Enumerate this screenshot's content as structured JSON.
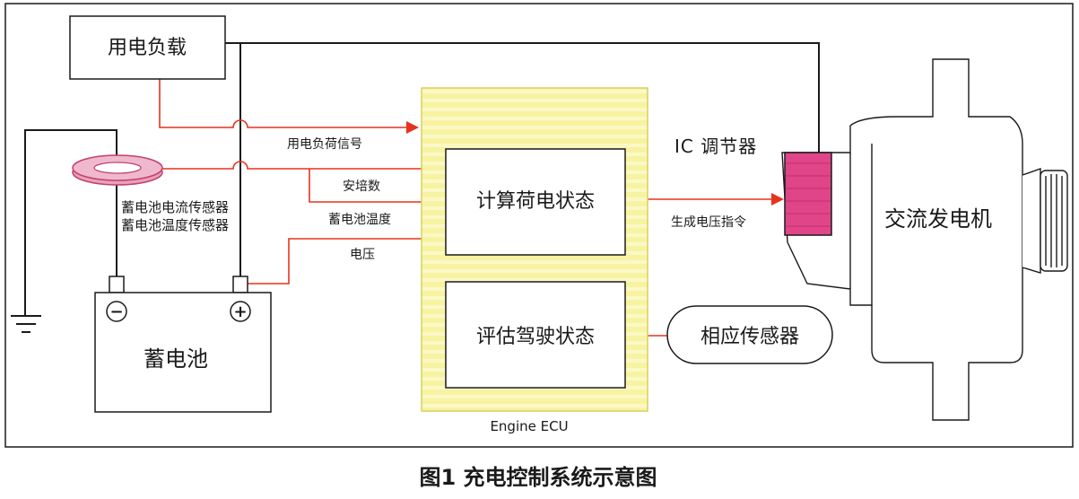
{
  "diagram": {
    "load_box": "用电负载",
    "battery_box": "蓄电池",
    "battery_minus": "−",
    "battery_plus": "+",
    "sensor_label_1": "蓄电池电流传感器",
    "sensor_label_2": "蓄电池温度传感器",
    "signal_load": "用电负荷信号",
    "signal_current": "安培数",
    "signal_temp": "蓄电池温度",
    "signal_voltage": "电压",
    "ecu_calc": "计算荷电状态",
    "ecu_eval": "评估驾驶状态",
    "ecu_label": "Engine ECU",
    "ic_regulator": "IC 调节器",
    "voltage_command": "生成电压指令",
    "sensors_box": "相应传感器",
    "alternator": "交流发电机",
    "caption": "图1 充电控制系统示意图"
  },
  "colors": {
    "signal_line": "#e8321e",
    "ecu_fill": "#f8f3a0",
    "sensor_ring": "#e8a0b8",
    "regulator": "#e0458a",
    "outline": "#1a1a1a"
  }
}
